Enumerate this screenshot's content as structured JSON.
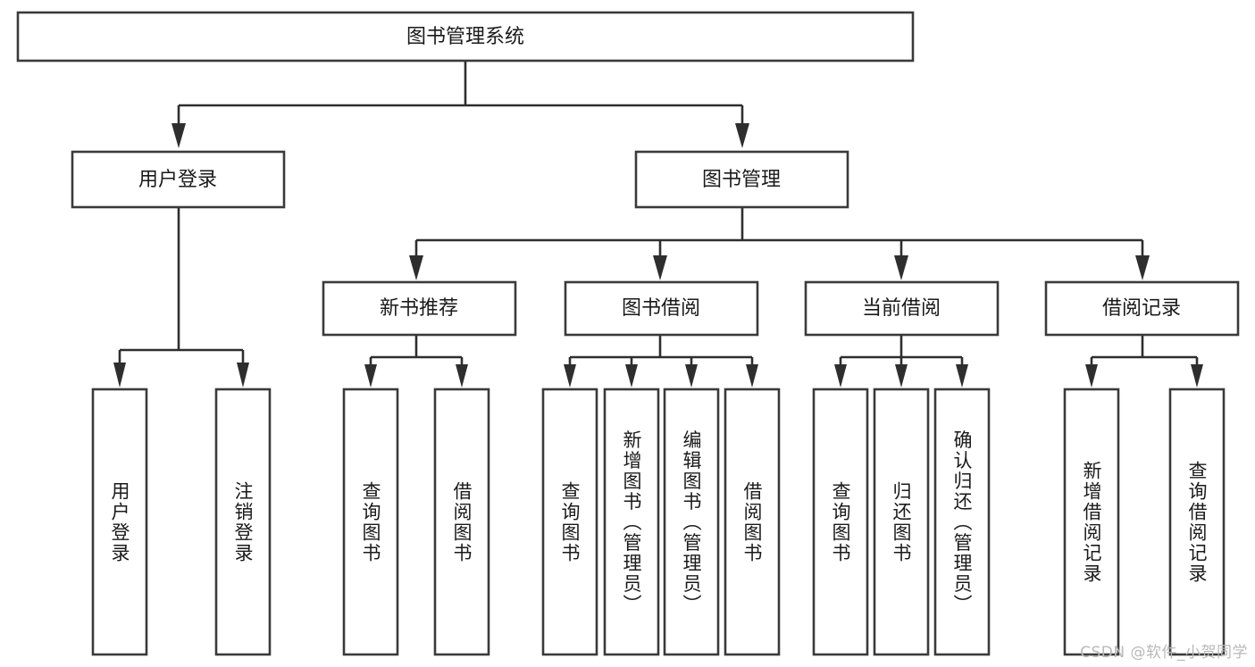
{
  "diagram": {
    "title": "图书管理系统",
    "watermark": "CSDN @软件_小贺同学",
    "colors": {
      "box_stroke": "#3a3a3a",
      "connector": "#2e2e2e",
      "text": "#1a1a1a",
      "background": "#ffffff",
      "watermark": "#b9b9b9"
    },
    "root": {
      "label": "图书管理系统"
    },
    "level2": [
      {
        "label": "用户登录"
      },
      {
        "label": "图书管理"
      }
    ],
    "level3": [
      {
        "label": "新书推荐"
      },
      {
        "label": "图书借阅"
      },
      {
        "label": "当前借阅"
      },
      {
        "label": "借阅记录"
      }
    ],
    "leaves": {
      "user_login": [
        {
          "label": "用户登录"
        },
        {
          "label": "注销登录"
        }
      ],
      "new_book": [
        {
          "label": "查询图书"
        },
        {
          "label": "借阅图书"
        }
      ],
      "book_borrow": [
        {
          "label": "查询图书"
        },
        {
          "label": "新增图书（管理员）"
        },
        {
          "label": "编辑图书（管理员）"
        },
        {
          "label": "借阅图书"
        }
      ],
      "current_borrow": [
        {
          "label": "查询图书"
        },
        {
          "label": "归还图书"
        },
        {
          "label": "确认归还（管理员）"
        }
      ],
      "borrow_record": [
        {
          "label": "新增借阅记录"
        },
        {
          "label": "查询借阅记录"
        }
      ]
    }
  }
}
